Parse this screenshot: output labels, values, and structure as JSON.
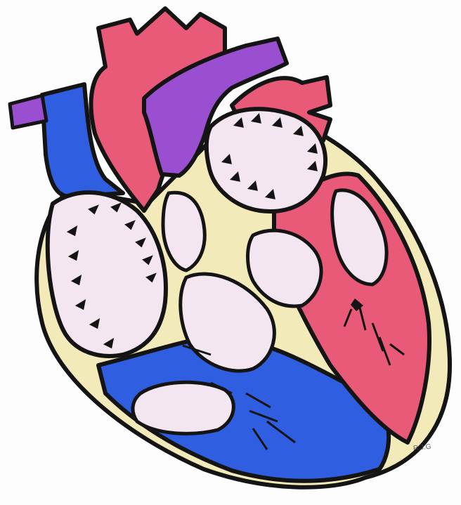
{
  "image": {
    "subject": "heart-anatomy-drawing",
    "style": "hand-drawn-colored-pencil",
    "signature": "R.J.G"
  },
  "palette": {
    "outline": "#141414",
    "deoxygenated_blue": "#2f5fe0",
    "oxygenated_red": "#e85a77",
    "pulmonary_purple": "#9a4fd0",
    "wall_tan": "#f2eab9",
    "chamber_pale_pink": "#f3e6f1",
    "background": "#fdfdfd"
  },
  "structures": [
    {
      "name": "aorta",
      "color_ref": "oxygenated_red"
    },
    {
      "name": "pulmonary-artery",
      "color_ref": "pulmonary_purple"
    },
    {
      "name": "superior-vena-cava",
      "color_ref": "deoxygenated_blue"
    },
    {
      "name": "pulmonary-veins",
      "color_ref": "oxygenated_red"
    },
    {
      "name": "right-atrium",
      "color_ref": "chamber_pale_pink"
    },
    {
      "name": "left-atrium",
      "color_ref": "chamber_pale_pink"
    },
    {
      "name": "right-ventricle",
      "color_ref": "deoxygenated_blue"
    },
    {
      "name": "left-ventricle",
      "color_ref": "oxygenated_red"
    },
    {
      "name": "heart-wall",
      "color_ref": "wall_tan"
    }
  ]
}
